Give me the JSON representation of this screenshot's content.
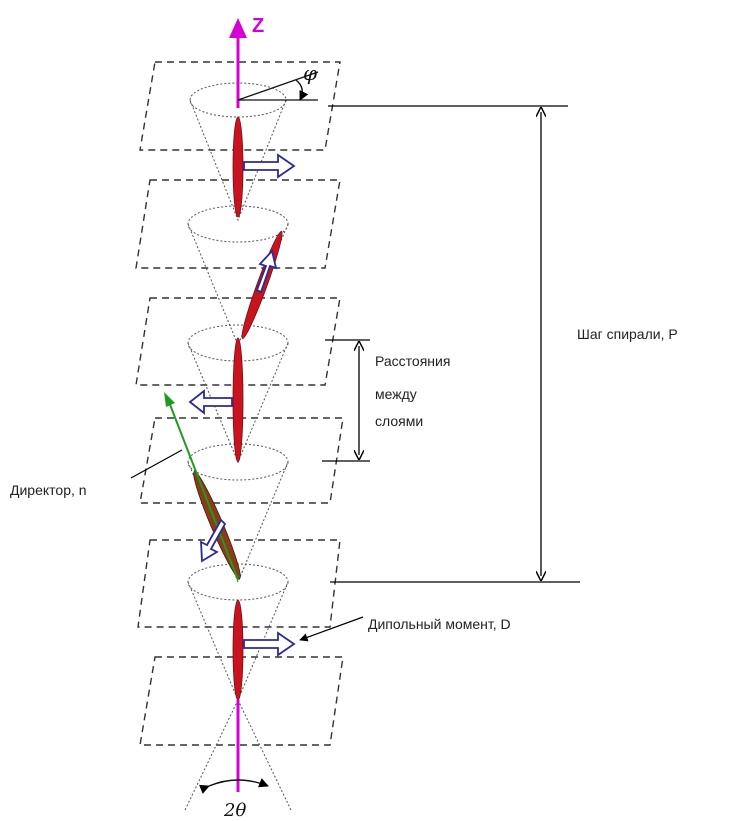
{
  "diagram": {
    "axis_label": "Z",
    "angle_phi": "φ",
    "cone_angle": "2θ",
    "helix_pitch_label": "Шаг спирали, P",
    "layer_distance_label": [
      "Расстояния",
      "между",
      "слоями"
    ],
    "director_label": "Директор, n",
    "dipole_label": "Дипольный момент, D"
  },
  "colors": {
    "axis": "#d400d4",
    "molecule": "#c8141e",
    "molecule_brown": "#8b3a1a",
    "director": "#1f9b1f",
    "dipole_arrow": "#2a2a9a"
  }
}
